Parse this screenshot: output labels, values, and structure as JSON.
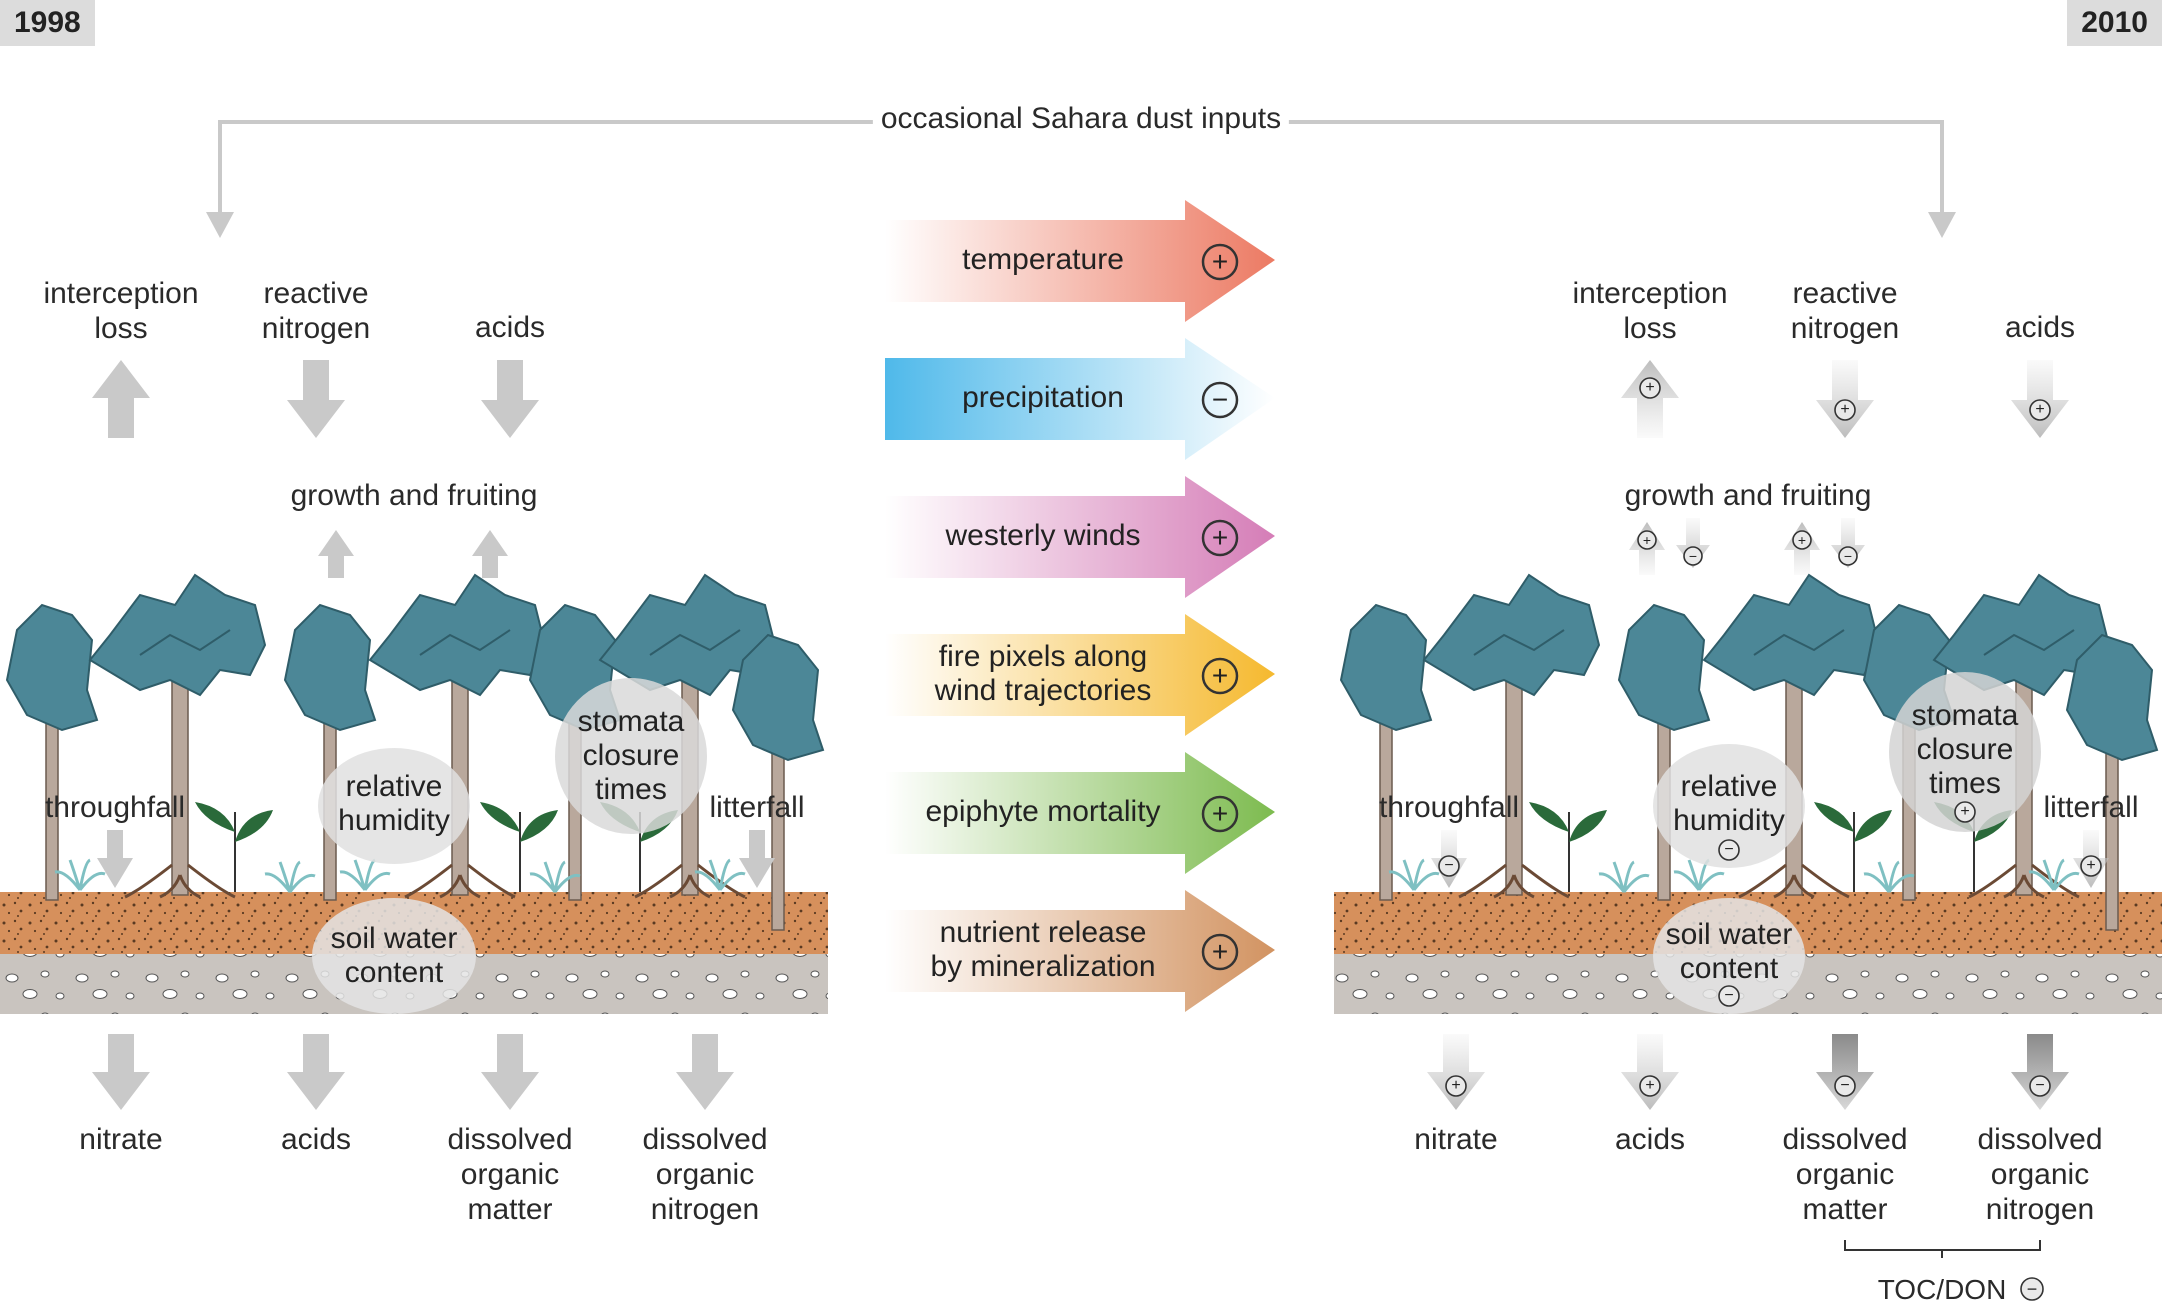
{
  "years": {
    "left": "1998",
    "right": "2010"
  },
  "dust_label": "occasional Sahara dust inputs",
  "drivers": [
    {
      "label": "temperature",
      "sign": "+",
      "color": "#ec7a63"
    },
    {
      "label": "precipitation",
      "sign": "−",
      "color": "#4fb9ea"
    },
    {
      "label": "westerly winds",
      "sign": "+",
      "color": "#d57db7"
    },
    {
      "label": "fire pixels along wind trajectories",
      "sign": "+",
      "color": "#f5b92f"
    },
    {
      "label": "epiphyte mortality",
      "sign": "+",
      "color": "#7dbb4f"
    },
    {
      "label": "nutrient release by mineralization",
      "sign": "+",
      "color": "#d29361"
    }
  ],
  "left_panel": {
    "top_flux": [
      "interception loss",
      "reactive nitrogen",
      "acids"
    ],
    "growth": "growth and fruiting",
    "throughfall": "throughfall",
    "litterfall": "litterfall",
    "relative_humidity": "relative humidity",
    "stomata": "stomata closure times",
    "soil_water": "soil water content",
    "bottom_flux": [
      "nitrate",
      "acids",
      "dissolved organic matter",
      "dissolved organic nitrogen"
    ]
  },
  "right_panel": {
    "top_flux": [
      "interception loss",
      "reactive nitrogen",
      "acids"
    ],
    "top_flux_signs": [
      "+",
      "+",
      "+"
    ],
    "growth": "growth and fruiting",
    "growth_signs": [
      "+",
      "−",
      "+",
      "−"
    ],
    "throughfall": "throughfall",
    "throughfall_sign": "−",
    "litterfall": "litterfall",
    "litterfall_sign": "+",
    "relative_humidity": "relative humidity",
    "relative_humidity_sign": "−",
    "stomata": "stomata closure times",
    "stomata_sign": "+",
    "soil_water": "soil water content",
    "soil_water_sign": "−",
    "bottom_flux": [
      "nitrate",
      "acids",
      "dissolved organic matter",
      "dissolved organic nitrogen"
    ],
    "bottom_flux_signs": [
      "+",
      "+",
      "−",
      "−"
    ],
    "toc_don": "TOC/DON",
    "toc_don_sign": "−"
  }
}
